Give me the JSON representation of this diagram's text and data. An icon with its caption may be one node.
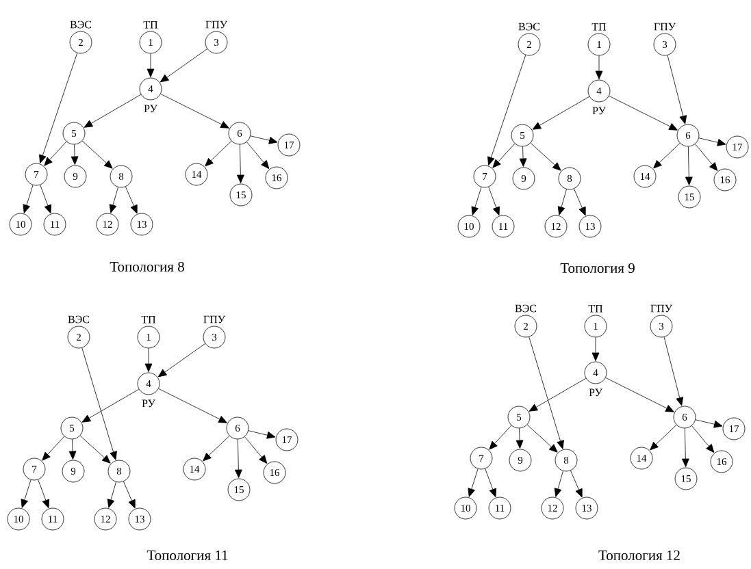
{
  "diagram": {
    "nodes": [
      {
        "text": [
          "ТП",
          "1"
        ]
      },
      {
        "text": [
          "ВЭС",
          "2"
        ]
      },
      {
        "text": [
          "ГПУ",
          "3"
        ]
      },
      {
        "text": [
          "4"
        ],
        "beside": [
          "РУ"
        ]
      },
      {
        "text": [
          "5"
        ]
      },
      {
        "text": [
          "6"
        ]
      },
      {
        "text": [
          "7"
        ]
      },
      {
        "text": [
          "8"
        ]
      },
      {
        "text": [
          "9"
        ]
      },
      {
        "text": [
          "10"
        ]
      },
      {
        "text": [
          "11"
        ]
      },
      {
        "text": [
          "12"
        ]
      },
      {
        "text": [
          "13"
        ]
      },
      {
        "text": [
          "14"
        ]
      },
      {
        "text": [
          "15"
        ]
      },
      {
        "text": [
          "16"
        ]
      },
      {
        "text": [
          "17"
        ]
      },
      {
        "text": [
          "ТП",
          "1"
        ]
      },
      {
        "text": [
          "ВЭС",
          "2"
        ]
      },
      {
        "text": [
          "ГПУ",
          "3"
        ]
      },
      {
        "text": [
          "4"
        ],
        "beside": [
          "РУ"
        ]
      },
      {
        "text": [
          "5"
        ]
      },
      {
        "text": [
          "6"
        ]
      },
      {
        "text": [
          "7"
        ]
      },
      {
        "text": [
          "8"
        ]
      },
      {
        "text": [
          "9"
        ]
      },
      {
        "text": [
          "10"
        ]
      },
      {
        "text": [
          "11"
        ]
      },
      {
        "text": [
          "12"
        ]
      },
      {
        "text": [
          "13"
        ]
      },
      {
        "text": [
          "14"
        ]
      },
      {
        "text": [
          "15"
        ]
      },
      {
        "text": [
          "16"
        ]
      },
      {
        "text": [
          "17"
        ]
      },
      {
        "text": [
          "ТП",
          "1"
        ]
      },
      {
        "text": [
          "ВЭС",
          "2"
        ]
      },
      {
        "text": [
          "ГПУ",
          "3"
        ]
      },
      {
        "text": [
          "4"
        ],
        "beside": [
          "РУ"
        ]
      },
      {
        "text": [
          "5"
        ]
      },
      {
        "text": [
          "6"
        ]
      },
      {
        "text": [
          "7"
        ]
      },
      {
        "text": [
          "8"
        ]
      },
      {
        "text": [
          "9"
        ]
      },
      {
        "text": [
          "10"
        ]
      },
      {
        "text": [
          "11"
        ]
      },
      {
        "text": [
          "12"
        ]
      },
      {
        "text": [
          "13"
        ]
      },
      {
        "text": [
          "14"
        ]
      },
      {
        "text": [
          "15"
        ]
      },
      {
        "text": [
          "16"
        ]
      },
      {
        "text": [
          "17"
        ]
      },
      {
        "text": [
          "ТП",
          "1"
        ]
      },
      {
        "text": [
          "ВЭС",
          "2"
        ]
      },
      {
        "text": [
          "ГПУ",
          "3"
        ]
      },
      {
        "text": [
          "4"
        ],
        "beside": [
          "РУ"
        ]
      },
      {
        "text": [
          "5"
        ]
      },
      {
        "text": [
          "6"
        ]
      },
      {
        "text": [
          "7"
        ]
      },
      {
        "text": [
          "8"
        ]
      },
      {
        "text": [
          "9"
        ]
      },
      {
        "text": [
          "10"
        ]
      },
      {
        "text": [
          "11"
        ]
      },
      {
        "text": [
          "12"
        ]
      },
      {
        "text": [
          "13"
        ]
      },
      {
        "text": [
          "14"
        ]
      },
      {
        "text": [
          "15"
        ]
      },
      {
        "text": [
          "16"
        ]
      },
      {
        "text": [
          "17"
        ]
      }
    ],
    "edges": [
      {
        "from": 0,
        "to": 3,
        "arrow": "to"
      },
      {
        "from": 1,
        "to": 6,
        "arrow": "to"
      },
      {
        "from": 2,
        "to": 3,
        "arrow": "to"
      },
      {
        "from": 3,
        "to": 4,
        "arrow": "to"
      },
      {
        "from": 3,
        "to": 5,
        "arrow": "to"
      },
      {
        "from": 4,
        "to": 6,
        "arrow": "to"
      },
      {
        "from": 4,
        "to": 8,
        "arrow": "to"
      },
      {
        "from": 4,
        "to": 7,
        "arrow": "to"
      },
      {
        "from": 6,
        "to": 9,
        "arrow": "to"
      },
      {
        "from": 6,
        "to": 10,
        "arrow": "to"
      },
      {
        "from": 7,
        "to": 11,
        "arrow": "to"
      },
      {
        "from": 7,
        "to": 12,
        "arrow": "to"
      },
      {
        "from": 5,
        "to": 13,
        "arrow": "to"
      },
      {
        "from": 5,
        "to": 14,
        "arrow": "to"
      },
      {
        "from": 5,
        "to": 15,
        "arrow": "to"
      },
      {
        "from": 5,
        "to": 16,
        "arrow": "to"
      },
      {
        "from": 17,
        "to": 20,
        "arrow": "to"
      },
      {
        "from": 18,
        "to": 23,
        "arrow": "to"
      },
      {
        "from": 19,
        "to": 22,
        "arrow": "to"
      },
      {
        "from": 20,
        "to": 21,
        "arrow": "to"
      },
      {
        "from": 20,
        "to": 22,
        "arrow": "to"
      },
      {
        "from": 21,
        "to": 23,
        "arrow": "to"
      },
      {
        "from": 21,
        "to": 25,
        "arrow": "to"
      },
      {
        "from": 21,
        "to": 24,
        "arrow": "to"
      },
      {
        "from": 23,
        "to": 26,
        "arrow": "to"
      },
      {
        "from": 23,
        "to": 27,
        "arrow": "to"
      },
      {
        "from": 24,
        "to": 28,
        "arrow": "to"
      },
      {
        "from": 24,
        "to": 29,
        "arrow": "to"
      },
      {
        "from": 22,
        "to": 30,
        "arrow": "to"
      },
      {
        "from": 22,
        "to": 31,
        "arrow": "to"
      },
      {
        "from": 22,
        "to": 32,
        "arrow": "to"
      },
      {
        "from": 22,
        "to": 33,
        "arrow": "to"
      },
      {
        "from": 34,
        "to": 37,
        "arrow": "to"
      },
      {
        "from": 35,
        "to": 41,
        "arrow": "to"
      },
      {
        "from": 36,
        "to": 37,
        "arrow": "to"
      },
      {
        "from": 37,
        "to": 38,
        "arrow": "to"
      },
      {
        "from": 37,
        "to": 39,
        "arrow": "to"
      },
      {
        "from": 38,
        "to": 40,
        "arrow": "to"
      },
      {
        "from": 38,
        "to": 42,
        "arrow": "to"
      },
      {
        "from": 38,
        "to": 41,
        "arrow": "to"
      },
      {
        "from": 40,
        "to": 43,
        "arrow": "to"
      },
      {
        "from": 40,
        "to": 44,
        "arrow": "to"
      },
      {
        "from": 41,
        "to": 45,
        "arrow": "to"
      },
      {
        "from": 41,
        "to": 46,
        "arrow": "to"
      },
      {
        "from": 39,
        "to": 47,
        "arrow": "to"
      },
      {
        "from": 39,
        "to": 48,
        "arrow": "to"
      },
      {
        "from": 39,
        "to": 49,
        "arrow": "to"
      },
      {
        "from": 39,
        "to": 50,
        "arrow": "to"
      },
      {
        "from": 51,
        "to": 54,
        "arrow": "to"
      },
      {
        "from": 52,
        "to": 58,
        "arrow": "to"
      },
      {
        "from": 53,
        "to": 56,
        "arrow": "to"
      },
      {
        "from": 54,
        "to": 55,
        "arrow": "to"
      },
      {
        "from": 54,
        "to": 56,
        "arrow": "to"
      },
      {
        "from": 55,
        "to": 57,
        "arrow": "to"
      },
      {
        "from": 55,
        "to": 59,
        "arrow": "to"
      },
      {
        "from": 55,
        "to": 58,
        "arrow": "to"
      },
      {
        "from": 57,
        "to": 60,
        "arrow": "to"
      },
      {
        "from": 57,
        "to": 61,
        "arrow": "to"
      },
      {
        "from": 58,
        "to": 62,
        "arrow": "to"
      },
      {
        "from": 58,
        "to": 63,
        "arrow": "to"
      },
      {
        "from": 56,
        "to": 64,
        "arrow": "to"
      },
      {
        "from": 56,
        "to": 65,
        "arrow": "to"
      },
      {
        "from": 56,
        "to": 66,
        "arrow": "to"
      },
      {
        "from": 56,
        "to": 67,
        "arrow": "to"
      }
    ],
    "labels": [
      "Топология 8",
      "Топология 9",
      "Топология 11",
      "Топология 12"
    ]
  }
}
